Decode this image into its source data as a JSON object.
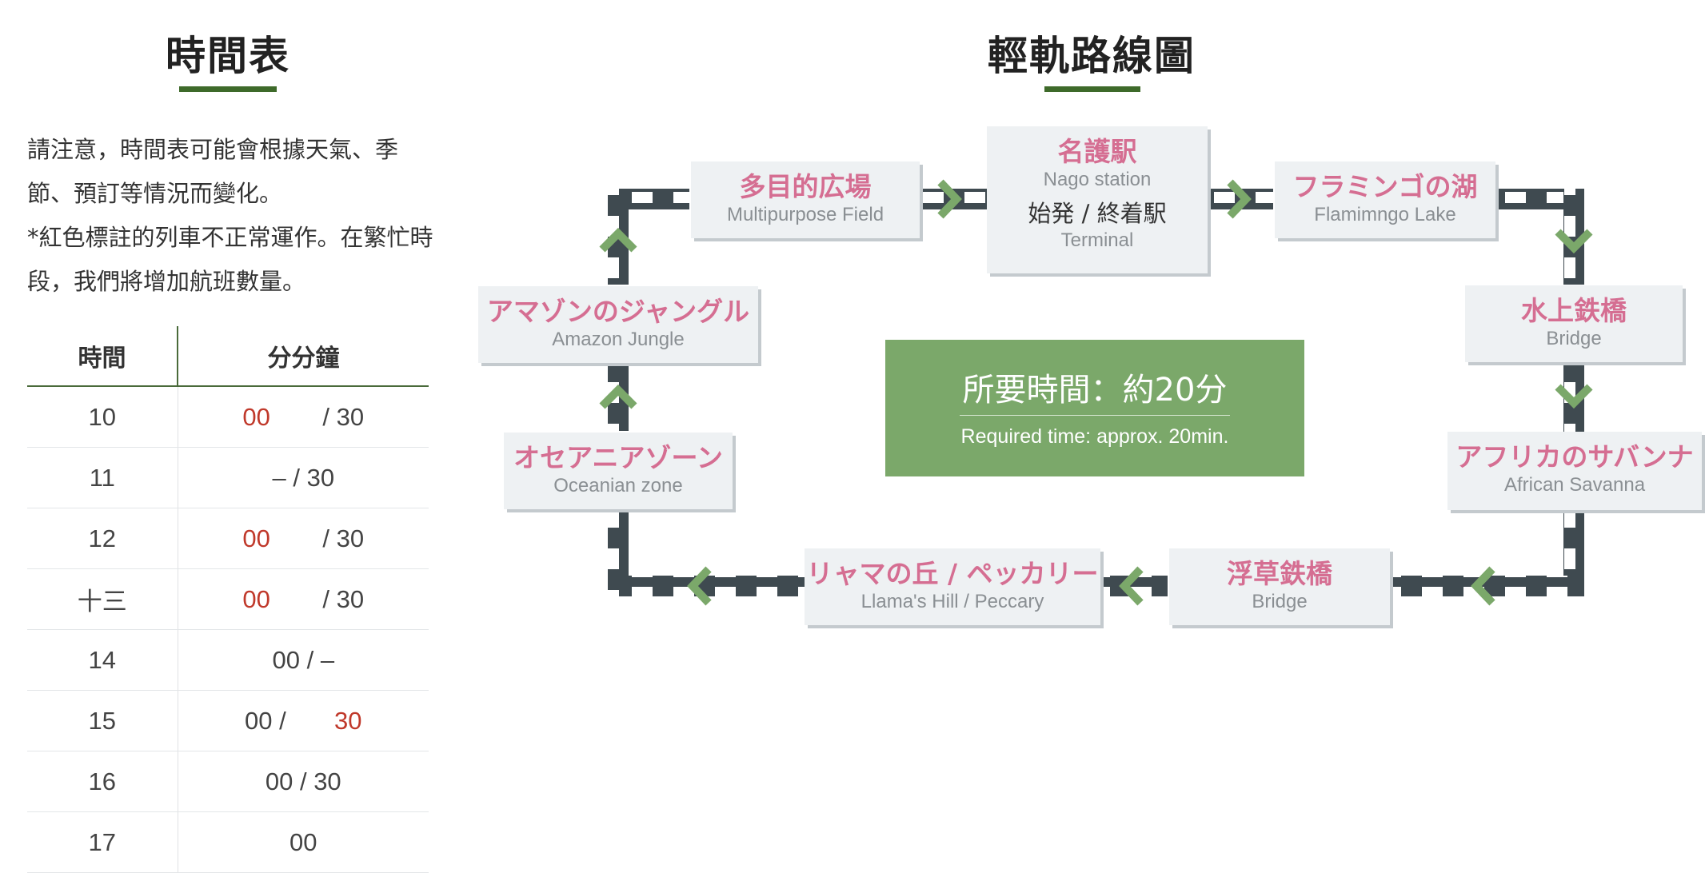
{
  "timetable": {
    "title": "時間表",
    "notice_line1": "請注意，時間表可能會根據天氣、季節、預訂等情況而變化。",
    "notice_line2": "*紅色標註的列車不正常運作。在繁忙時段，我們將增加航班數量。",
    "header_hour": "時間",
    "header_minutes": "分分鐘",
    "rows": [
      {
        "hour": "10",
        "a": "00",
        "a_red": true,
        "b": "/ 30",
        "b_red": false
      },
      {
        "hour": "11",
        "a": "",
        "a_red": false,
        "b": "– / 30",
        "b_red": false
      },
      {
        "hour": "12",
        "a": "00",
        "a_red": true,
        "b": "/ 30",
        "b_red": false
      },
      {
        "hour": "十三",
        "a": "00",
        "a_red": true,
        "b": "/ 30",
        "b_red": false
      },
      {
        "hour": "14",
        "a": "",
        "a_red": false,
        "b": "00 / –",
        "b_red": false
      },
      {
        "hour": "15",
        "a": "00 /",
        "a_red": false,
        "b": "30",
        "b_red": true
      },
      {
        "hour": "16",
        "a": "",
        "a_red": false,
        "b": "00 / 30",
        "b_red": false
      },
      {
        "hour": "17",
        "a": "",
        "a_red": false,
        "b": "00",
        "b_red": false
      }
    ]
  },
  "route": {
    "title": "輕軌路線圖",
    "stations": {
      "nago": {
        "ja": "名護駅",
        "en": "Nago station",
        "term_ja": "始発 / 終着駅",
        "term_en": "Terminal"
      },
      "multipurpose": {
        "ja": "多目的広場",
        "en": "Multipurpose Field"
      },
      "flamingo": {
        "ja": "フラミンゴの湖",
        "en": "Flamimngo Lake"
      },
      "water_bridge": {
        "ja": "水上鉄橋",
        "en": "Bridge"
      },
      "savanna": {
        "ja": "アフリカのサバンナ",
        "en": "African Savanna"
      },
      "floating_bridge": {
        "ja": "浮草鉄橋",
        "en": "Bridge"
      },
      "llama": {
        "ja": "リャマの丘 / ペッカリー",
        "en": "Llama's Hill / Peccary"
      },
      "oceanian": {
        "ja": "オセアニアゾーン",
        "en": "Oceanian zone"
      },
      "amazon": {
        "ja": "アマゾンのジャングル",
        "en": "Amazon Jungle"
      }
    },
    "required_time_ja": "所要時間：約20分",
    "required_time_en": "Required time: approx. 20min."
  },
  "colors": {
    "accent_green": "#3e6a2a",
    "station_pink": "#d56e92",
    "track_dark": "#3f4a50",
    "arrow_green": "#7ba86a",
    "time_box": "#7ba86a",
    "red_note": "#c0392b"
  }
}
